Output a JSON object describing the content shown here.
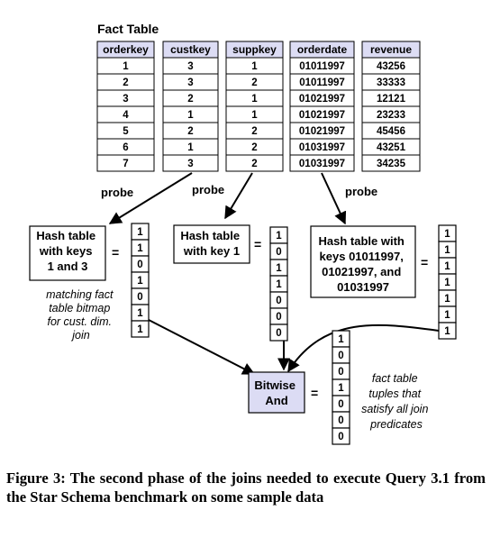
{
  "fact_table": {
    "title": "Fact Table",
    "columns": [
      {
        "header": "orderkey",
        "values": [
          "1",
          "2",
          "3",
          "4",
          "5",
          "6",
          "7"
        ]
      },
      {
        "header": "custkey",
        "values": [
          "3",
          "3",
          "2",
          "1",
          "2",
          "1",
          "3"
        ]
      },
      {
        "header": "suppkey",
        "values": [
          "1",
          "2",
          "1",
          "1",
          "2",
          "2",
          "2"
        ]
      },
      {
        "header": "orderdate",
        "values": [
          "01011997",
          "01011997",
          "01021997",
          "01021997",
          "01021997",
          "01031997",
          "01031997"
        ]
      },
      {
        "header": "revenue",
        "values": [
          "43256",
          "33333",
          "12121",
          "23233",
          "45456",
          "43251",
          "34235"
        ]
      }
    ]
  },
  "probe_label": "probe",
  "hash_tables": [
    {
      "lines": [
        "Hash table",
        "with keys",
        "1 and 3"
      ],
      "bitmap": [
        "1",
        "1",
        "0",
        "1",
        "0",
        "1",
        "1"
      ]
    },
    {
      "lines": [
        "Hash table",
        "with key 1"
      ],
      "bitmap": [
        "1",
        "0",
        "1",
        "1",
        "0",
        "0",
        "0"
      ]
    },
    {
      "lines": [
        "Hash table with",
        "keys 01011997,",
        "01021997, and",
        "01031997"
      ],
      "bitmap": [
        "1",
        "1",
        "1",
        "1",
        "1",
        "1",
        "1"
      ]
    }
  ],
  "equals_sign": "=",
  "bitmap_note": [
    "matching fact",
    "table bitmap",
    "for cust. dim.",
    "join"
  ],
  "bitwise_and": {
    "lines": [
      "Bitwise",
      "And"
    ],
    "fill": "#dcdcf4"
  },
  "result_bitmap": [
    "1",
    "0",
    "0",
    "1",
    "0",
    "0",
    "0"
  ],
  "result_note": [
    "fact table",
    "tuples that",
    "satisfy all join",
    "predicates"
  ],
  "caption": "Figure 3:  The second phase of the joins needed to execute Query 3.1 from the Star Schema benchmark on some sample data",
  "colors": {
    "header_fill": "#dcdcf4",
    "stroke": "#000000"
  }
}
